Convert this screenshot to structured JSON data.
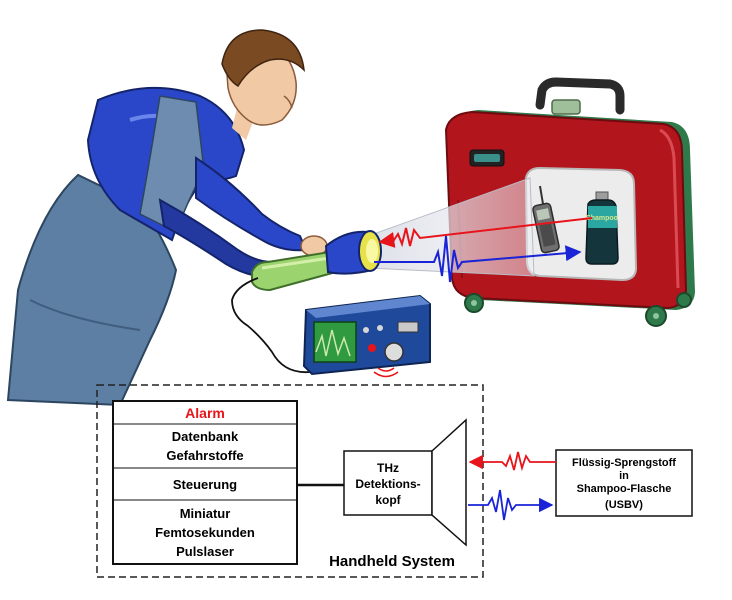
{
  "illustration": {
    "shampoo_label": "Shampoo"
  },
  "system_box": {
    "alarm": "Alarm",
    "database_line1": "Datenbank",
    "database_line2": "Gefahrstoffe",
    "control": "Steuerung",
    "laser_line1": "Miniatur",
    "laser_line2": "Femtosekunden",
    "laser_line3": "Pulslaser",
    "caption": "Handheld System"
  },
  "detector": {
    "line1": "THz",
    "line2": "Detektions-",
    "line3": "kopf"
  },
  "target": {
    "line1": "Flüssig-Sprengstoff",
    "line2": "in",
    "line3": "Shampoo-Flasche",
    "line4": "(USBV)"
  },
  "colors": {
    "alarm": "#e8141b",
    "reflected_wave": "#e8141b",
    "emitted_wave": "#1a23d6",
    "suitcase": "#b3151d",
    "worker_shirt": "#2b47c9",
    "worker_apron": "#5d7fa3",
    "instrument_body": "#1f4a9c",
    "instrument_screen": "#2f9a3f"
  }
}
